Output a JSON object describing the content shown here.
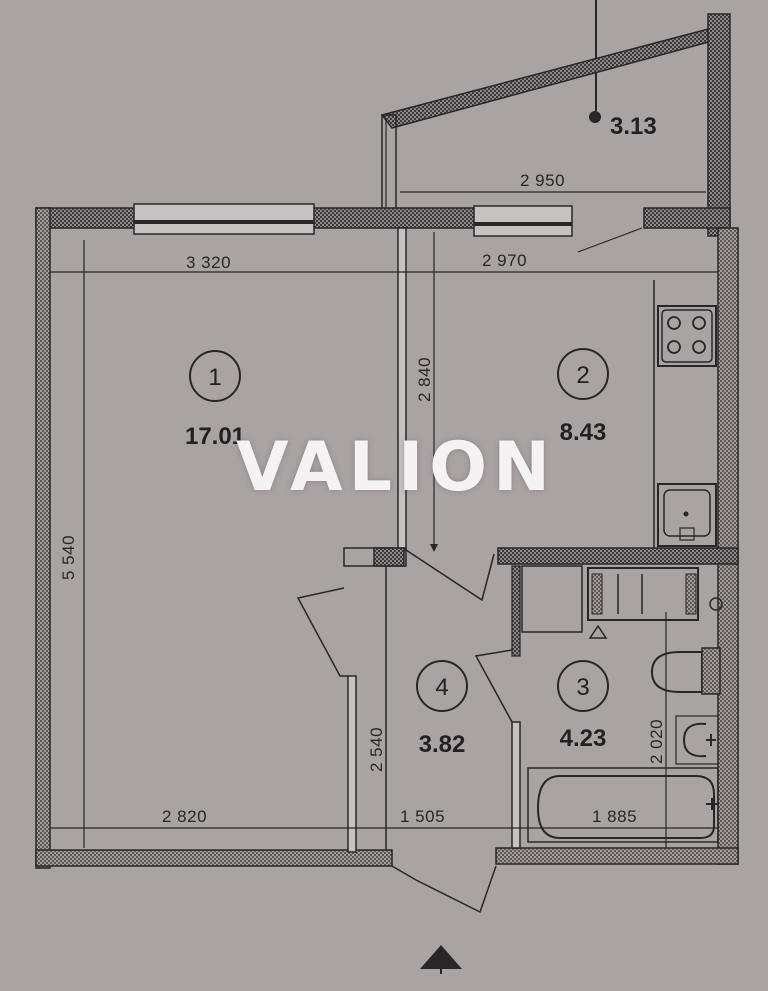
{
  "watermark": {
    "text": "VALION"
  },
  "rooms": [
    {
      "number": "1",
      "area": "17.01"
    },
    {
      "number": "2",
      "area": "8.43"
    },
    {
      "number": "3",
      "area": "4.23"
    },
    {
      "number": "4",
      "area": "3.82"
    }
  ],
  "balcony": {
    "area": "3.13",
    "width": "2 950"
  },
  "dimensions": {
    "room1_width_top": "3 320",
    "room2_width_top": "2 970",
    "room1_height": "5 540",
    "room2_height": "2 840",
    "room1_width_bottom": "2 820",
    "hall_width": "1 505",
    "hall_height": "2 540",
    "bath_width": "1 885",
    "bath_height": "2 020"
  },
  "icons": [
    "stove-icon",
    "kitchen-sink-icon",
    "washing-machine-icon",
    "toilet-icon",
    "washbasin-icon",
    "bathtub-icon",
    "entrance-arrow-icon",
    "riser-icon"
  ],
  "colors": {
    "background": "#aaa3a4",
    "wall": "#3a3536",
    "wall_hatch": "#8e8889",
    "text": "#242021",
    "watermark": "#f4f2f2"
  }
}
